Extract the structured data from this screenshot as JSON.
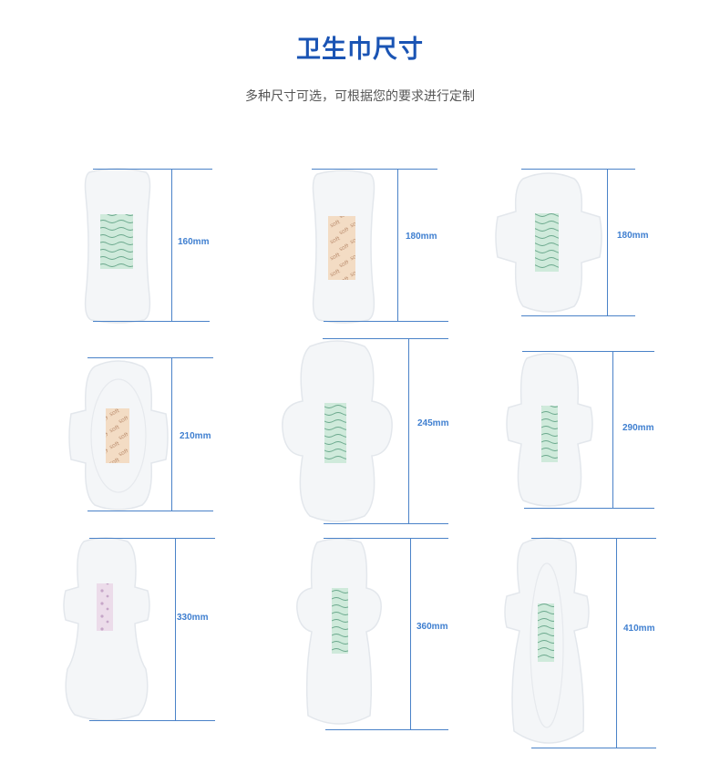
{
  "header": {
    "title": "卫生巾尺寸",
    "subtitle": "多种尺寸可选，可根据您的要求进行定制"
  },
  "colors": {
    "title": "#1a54b4",
    "measure_line": "#4a82c8",
    "label": "#3f7fd0",
    "pad_body": "#f4f6f8",
    "pad_edge": "#e3e7ec",
    "strip_green": "#cfeadb",
    "strip_wave_green": "#6aa88c",
    "strip_beige": "#f3dcc4",
    "strip_wave_beige": "#b98b6c",
    "strip_purple": "#ecdcea",
    "strip_wave_purple": "#b590b8"
  },
  "sizes": [
    {
      "label": "160mm",
      "type": "liner",
      "strip": "green"
    },
    {
      "label": "180mm",
      "type": "liner",
      "strip": "beige"
    },
    {
      "label": "180mm",
      "type": "wings",
      "strip": "green"
    },
    {
      "label": "210mm",
      "type": "wings",
      "strip": "beige"
    },
    {
      "label": "245mm",
      "type": "wings-round",
      "strip": "green"
    },
    {
      "label": "290mm",
      "type": "wings-long",
      "strip": "green"
    },
    {
      "label": "330mm",
      "type": "night",
      "strip": "purple"
    },
    {
      "label": "360mm",
      "type": "night",
      "strip": "green"
    },
    {
      "label": "410mm",
      "type": "night",
      "strip": "green"
    }
  ]
}
